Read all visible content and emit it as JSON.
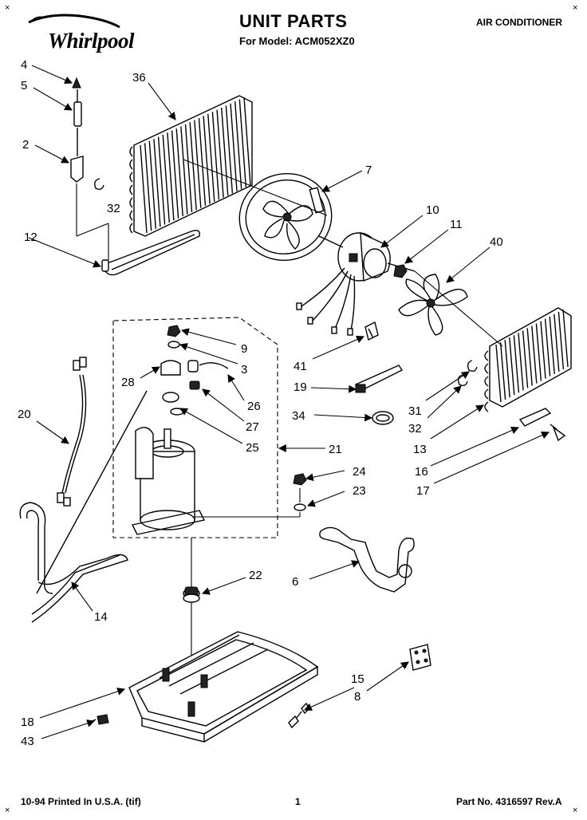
{
  "header": {
    "brand": "Whirlpool",
    "title": "UNIT PARTS",
    "model_line": "For Model: ACM052XZ0",
    "category": "AIR CONDITIONER"
  },
  "footer": {
    "left": "10-94 Printed In U.S.A. (tif)",
    "page": "1",
    "part_no": "Part No. 4316597 Rev.A"
  },
  "callouts": [
    {
      "id": "c4",
      "label": "4"
    },
    {
      "id": "c5",
      "label": "5"
    },
    {
      "id": "c2",
      "label": "2"
    },
    {
      "id": "c36",
      "label": "36"
    },
    {
      "id": "c32a",
      "label": "32"
    },
    {
      "id": "c12",
      "label": "12"
    },
    {
      "id": "c7",
      "label": "7"
    },
    {
      "id": "c10",
      "label": "10"
    },
    {
      "id": "c11",
      "label": "11"
    },
    {
      "id": "c40",
      "label": "40"
    },
    {
      "id": "c9",
      "label": "9"
    },
    {
      "id": "c3",
      "label": "3"
    },
    {
      "id": "c28",
      "label": "28"
    },
    {
      "id": "c26",
      "label": "26"
    },
    {
      "id": "c27",
      "label": "27"
    },
    {
      "id": "c25",
      "label": "25"
    },
    {
      "id": "c41",
      "label": "41"
    },
    {
      "id": "c19",
      "label": "19"
    },
    {
      "id": "c34",
      "label": "34"
    },
    {
      "id": "c31",
      "label": "31"
    },
    {
      "id": "c32b",
      "label": "32"
    },
    {
      "id": "c13",
      "label": "13"
    },
    {
      "id": "c16",
      "label": "16"
    },
    {
      "id": "c17",
      "label": "17"
    },
    {
      "id": "c20",
      "label": "20"
    },
    {
      "id": "c21",
      "label": "21"
    },
    {
      "id": "c24",
      "label": "24"
    },
    {
      "id": "c23",
      "label": "23"
    },
    {
      "id": "c22",
      "label": "22"
    },
    {
      "id": "c6",
      "label": "6"
    },
    {
      "id": "c14",
      "label": "14"
    },
    {
      "id": "c15",
      "label": "15"
    },
    {
      "id": "c8",
      "label": "8"
    },
    {
      "id": "c18",
      "label": "18"
    },
    {
      "id": "c43",
      "label": "43"
    }
  ]
}
